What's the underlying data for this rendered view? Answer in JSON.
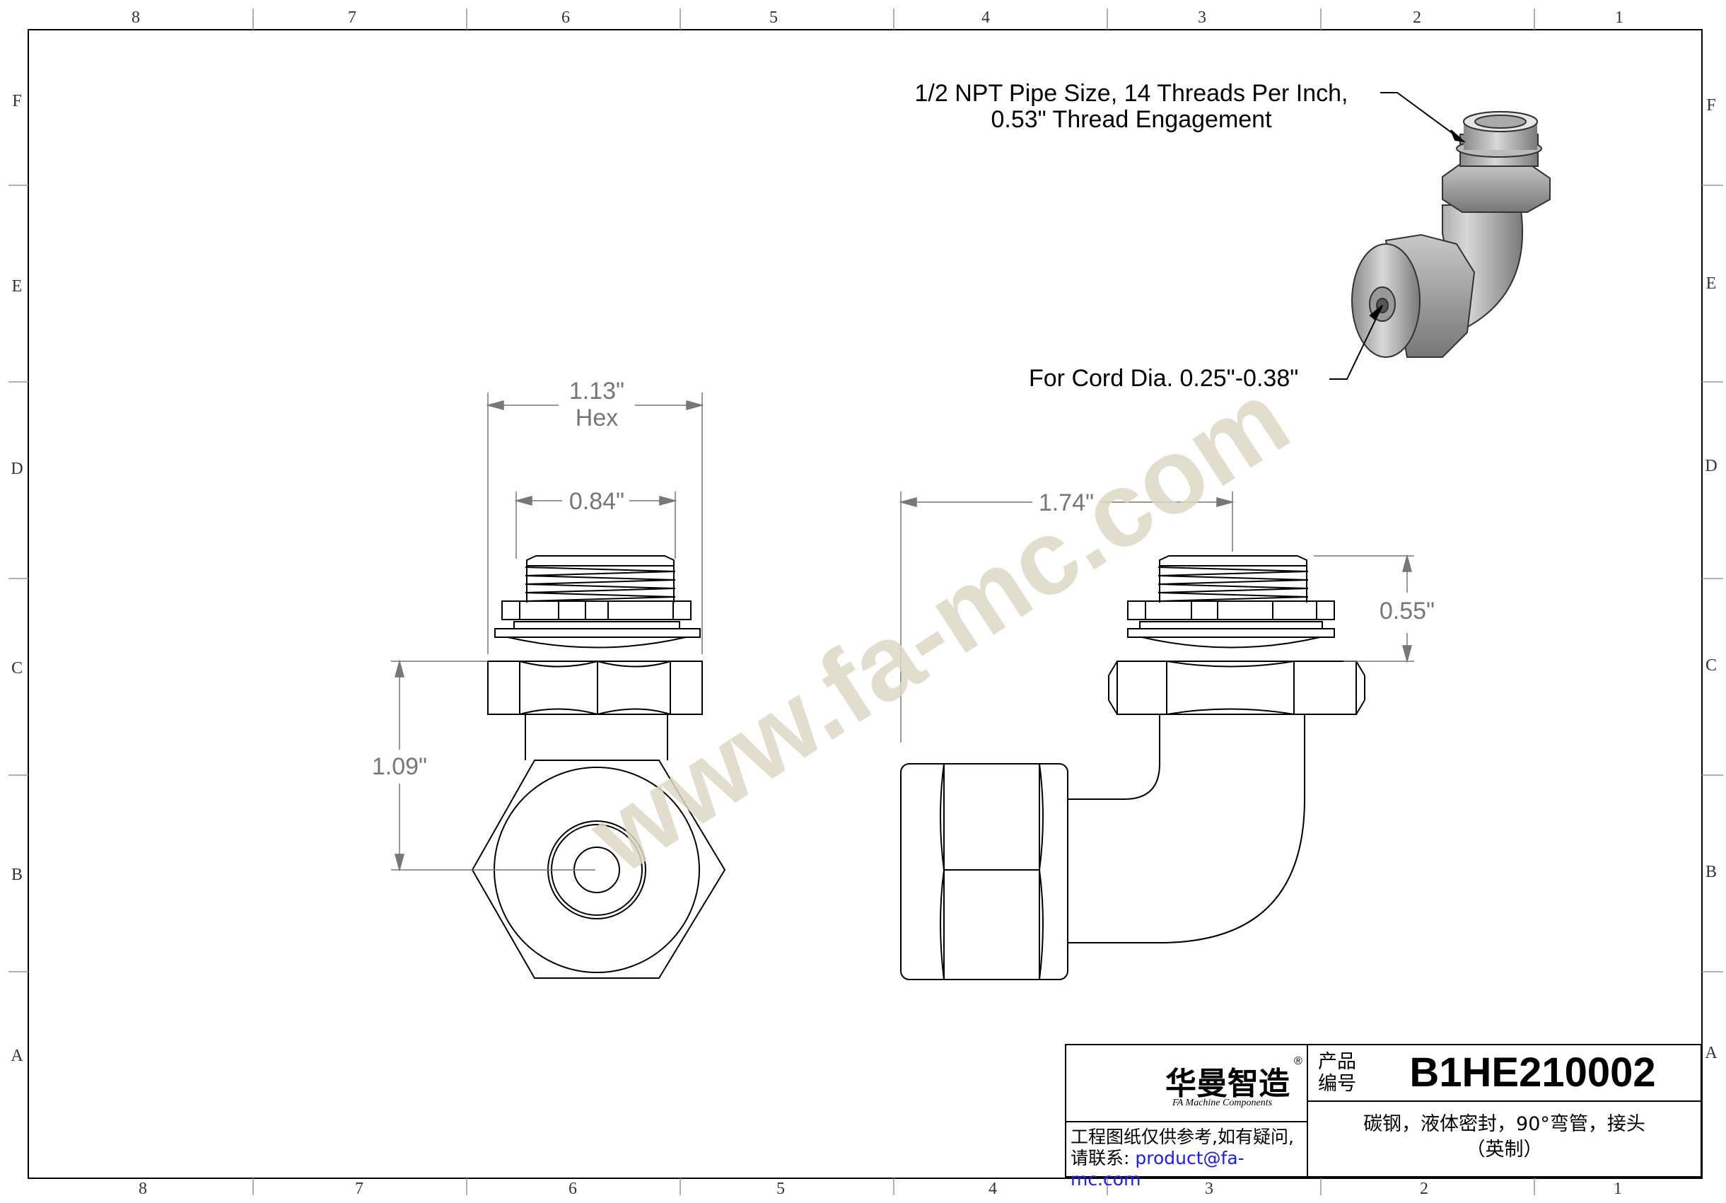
{
  "zones": {
    "columns": [
      "8",
      "7",
      "6",
      "5",
      "4",
      "3",
      "2",
      "1"
    ],
    "rows": [
      "F",
      "E",
      "D",
      "C",
      "B",
      "A"
    ]
  },
  "callouts": {
    "thread_line1": "1/2 NPT Pipe Size, 14 Threads Per Inch,",
    "thread_line2": "0.53\" Thread Engagement",
    "cord": "For Cord Dia.  0.25\"-0.38\""
  },
  "dimensions": {
    "hex_value": "1.13\"",
    "hex_label": "Hex",
    "thread_width": "0.84\"",
    "height": "1.09\"",
    "length": "1.74\"",
    "thread_height": "0.55\""
  },
  "watermark": "www.fa-mc.com",
  "title_block": {
    "logo_text": "华曼智造",
    "logo_sub": "FA Machine Components",
    "logo_mark": "®",
    "product_label_1": "产品",
    "product_label_2": "编号",
    "part_number": "B1HE210002",
    "note_line1": "工程图纸仅供参考,如有疑问,",
    "note_line2_prefix": "请联系: ",
    "email": "product@fa-mc.com",
    "desc_line1": "碳钢，液体密封，90°弯管，接头",
    "desc_line2": "（英制）"
  },
  "colors": {
    "line": "#000000",
    "dimension": "#777777",
    "logo_green": "#2a9a3a",
    "logo_blue": "#2233aa",
    "email": "#1a1aff",
    "watermark": "#ddd9c6"
  }
}
